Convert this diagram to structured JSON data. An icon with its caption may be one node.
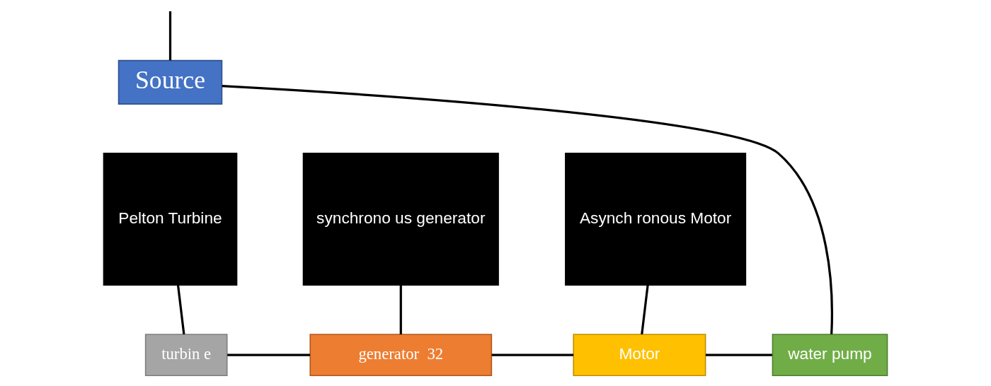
{
  "diagram": {
    "nodes": [
      {
        "text": [
          "Source"
        ]
      },
      {
        "text": [
          "Pelton Turbine"
        ]
      },
      {
        "text": [
          "synchrono us generator"
        ]
      },
      {
        "text": [
          "Asynch ronous Motor"
        ]
      },
      {
        "text": [
          "turbin e"
        ]
      },
      {
        "text": [
          "generator  32"
        ]
      },
      {
        "text": [
          "Motor"
        ]
      },
      {
        "text": [
          "water pump"
        ]
      }
    ],
    "edges": [
      {
        "from": null,
        "to": 0,
        "arrow": "none"
      },
      {
        "from": 1,
        "to": 4,
        "arrow": "none"
      },
      {
        "from": 2,
        "to": 5,
        "arrow": "none"
      },
      {
        "from": 3,
        "to": 6,
        "arrow": "none"
      },
      {
        "from": 4,
        "to": 5,
        "arrow": "none"
      },
      {
        "from": 5,
        "to": 6,
        "arrow": "none"
      },
      {
        "from": 6,
        "to": 7,
        "arrow": "none"
      },
      {
        "from": 7,
        "to": 0,
        "arrow": "none"
      }
    ]
  }
}
